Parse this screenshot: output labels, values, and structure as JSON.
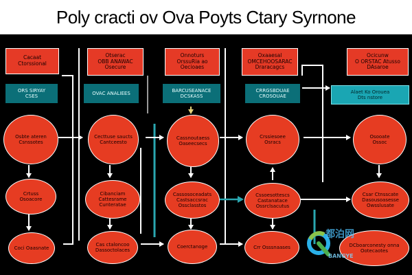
{
  "title": "Poly cracti ov Ova Poyts Ctary  Syrnone",
  "columns": [
    {
      "header": "Cacaat\nCtorssional",
      "label": "ORS SIRYAY\nCSES",
      "nodes": [
        "Osbte ateren\nCsnssotes",
        "Crtuss\nOsoacore",
        "Coci Oaasnate"
      ]
    },
    {
      "header": "Otserac\nOBB ANAWAC\nOsecure",
      "label": "OVAC ANALIEES",
      "nodes": [
        "Cecttuse saucts\nCantceesto",
        "Cibanciam\nCattesrame\nCunteratae",
        "Cas ctaloncoo\nDassoctolaces"
      ]
    },
    {
      "header": "Onnoturs\nOrssuRia ao\nOecioaes",
      "label": "BARCUSEANACE\nDCSKASS",
      "nodes": [
        "Cassnoutaess\nOaseecsecs",
        "Cassosoceadats\nCastsaccsrac\nOssclasstos",
        "Coerctanoge"
      ]
    },
    {
      "header": "Oxaaesal\nOMCEHOOSARAC\nDraracagcs",
      "label": "CRRGSBDUAE\nCROSOUAE",
      "nodes": [
        "Crssiesoee\nOsracs",
        "Cssoesottescs\nCastanatace\nOssrclsacutus",
        "Crr Osssnaases"
      ]
    },
    {
      "header": "Ocicunw\nO ORSTAC Atusso\nDAsaroe",
      "label": "Alaet Ko Orouea\nDts nstore",
      "nodes": [
        "Osooate\nOssoc",
        "Csar Ctnsscate\nDasousoasesse\nOwsslusate",
        "DCboarconesty onna\nOotecaotes"
      ]
    }
  ],
  "watermark": {
    "top": "都泊网",
    "bottom": "BANGYE"
  },
  "colors": {
    "background": "#000000",
    "node_red": "#e53a26",
    "label_teal": "#0b6f78",
    "label_teal_bright": "#1aa6b3",
    "connector": "#ffffff",
    "arrow_teal": "#2aa7b0"
  }
}
